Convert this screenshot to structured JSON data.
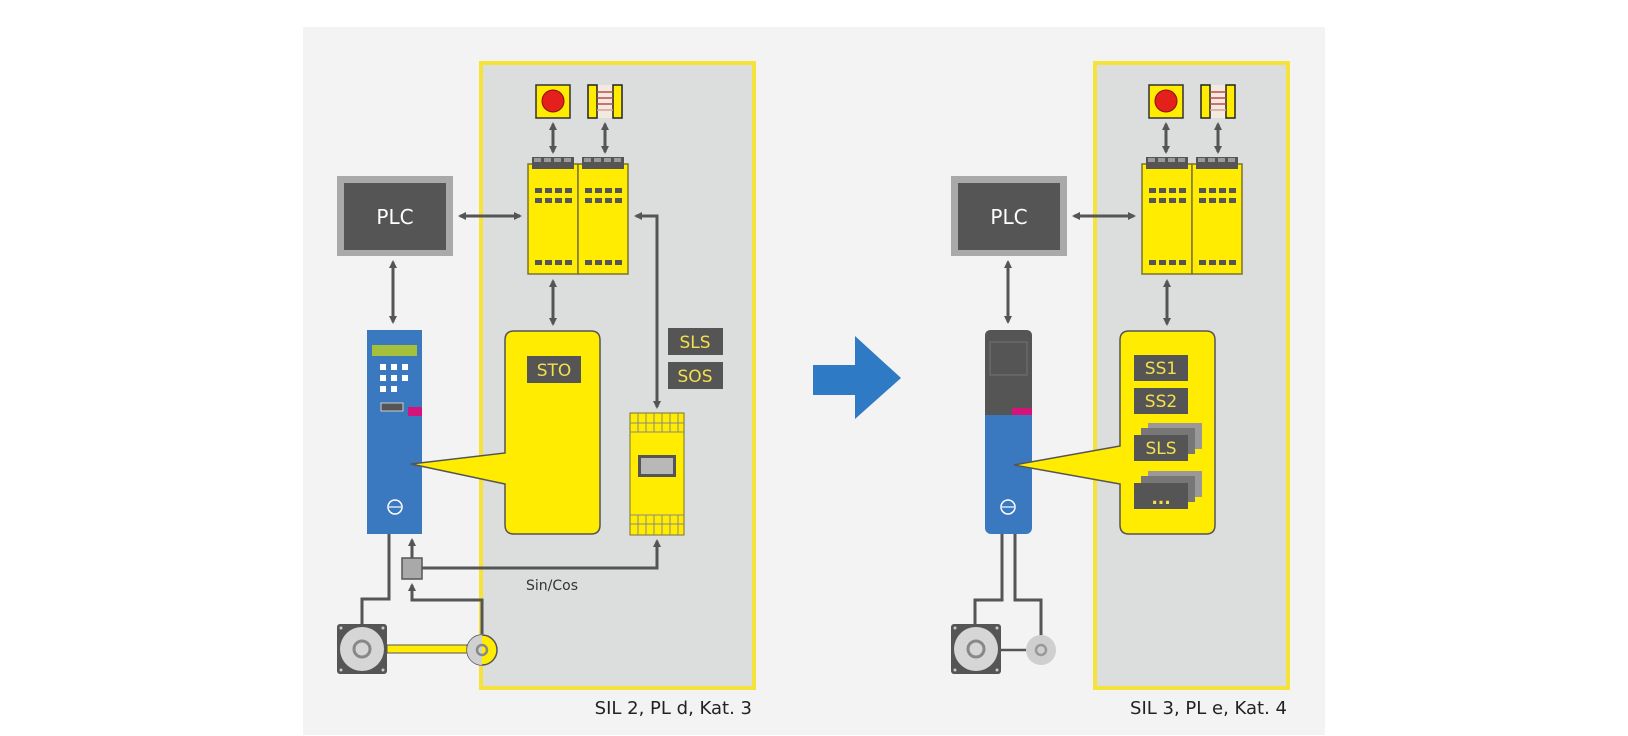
{
  "colors": {
    "panel_bg": "#f3f3f3",
    "zone_bg": "#dcdddd",
    "zone_border": "#f5e23a",
    "yellow": "#ffec00",
    "dark": "#555555",
    "plc_frame": "#a9a9a9",
    "drive_blue": "#3a78c0",
    "arrow_blue": "#2f7ac4",
    "magenta": "#d4147a",
    "estop_red": "#e3201b",
    "label_text": "#f4e04d"
  },
  "left": {
    "plc_label": "PLC",
    "sto_label": "STO",
    "function_labels": [
      "SLS",
      "SOS"
    ],
    "encoder_signal_label": "Sin/Cos",
    "rating": "SIL 2, PL d, Kat. 3"
  },
  "right": {
    "plc_label": "PLC",
    "function_labels": [
      "SS1",
      "SS2",
      "SLS",
      "..."
    ],
    "rating": "SIL 3, PL e, Kat. 4"
  },
  "transition_arrow": "arrow-right-icon"
}
